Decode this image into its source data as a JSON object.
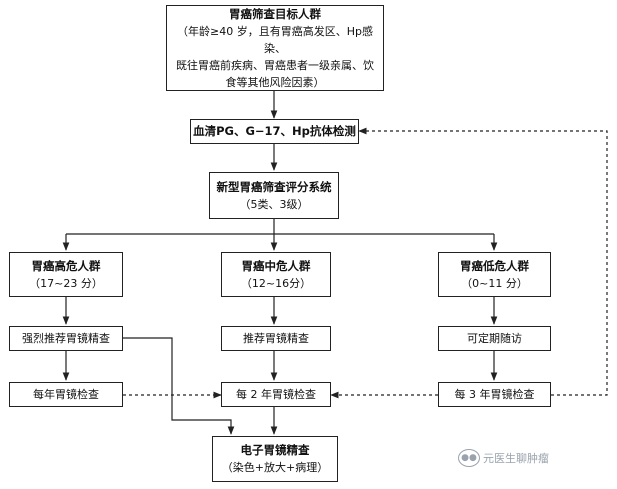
{
  "target": {
    "title": "胃癌筛查目标人群",
    "desc_lines": [
      "（年龄≥40 岁，且有胃癌高发区、Hp感染、",
      "既往胃癌前疾病、胃癌患者一级亲属、饮",
      "食等其他风险因素）"
    ]
  },
  "serum_test": {
    "title": "血清PG、G−17、Hp抗体检测"
  },
  "scoring": {
    "title": "新型胃癌筛查评分系统",
    "sub": "（5类、3级）"
  },
  "groups": {
    "high": {
      "title": "胃癌高危人群",
      "range": "（17~23 分）",
      "action": "强烈推荐胃镜精查",
      "followup": "每年胃镜检查"
    },
    "mid": {
      "title": "胃癌中危人群",
      "range": "（12~16分）",
      "action": "推荐胃镜精查",
      "followup": "每 2 年胃镜检查"
    },
    "low": {
      "title": "胃癌低危人群",
      "range": "（0~11 分）",
      "action": "可定期随访",
      "followup": "每 3 年胃镜检查"
    }
  },
  "endoscopy": {
    "title": "电子胃镜精查",
    "sub": "（染色+放大+病理）"
  },
  "watermark": {
    "text": "元医生聊肿瘤"
  },
  "icons": {
    "watermark": "wechat-icon"
  },
  "colors": {
    "line": "#222222",
    "box_border": "#222222",
    "watermark": "#9aa3ad"
  }
}
